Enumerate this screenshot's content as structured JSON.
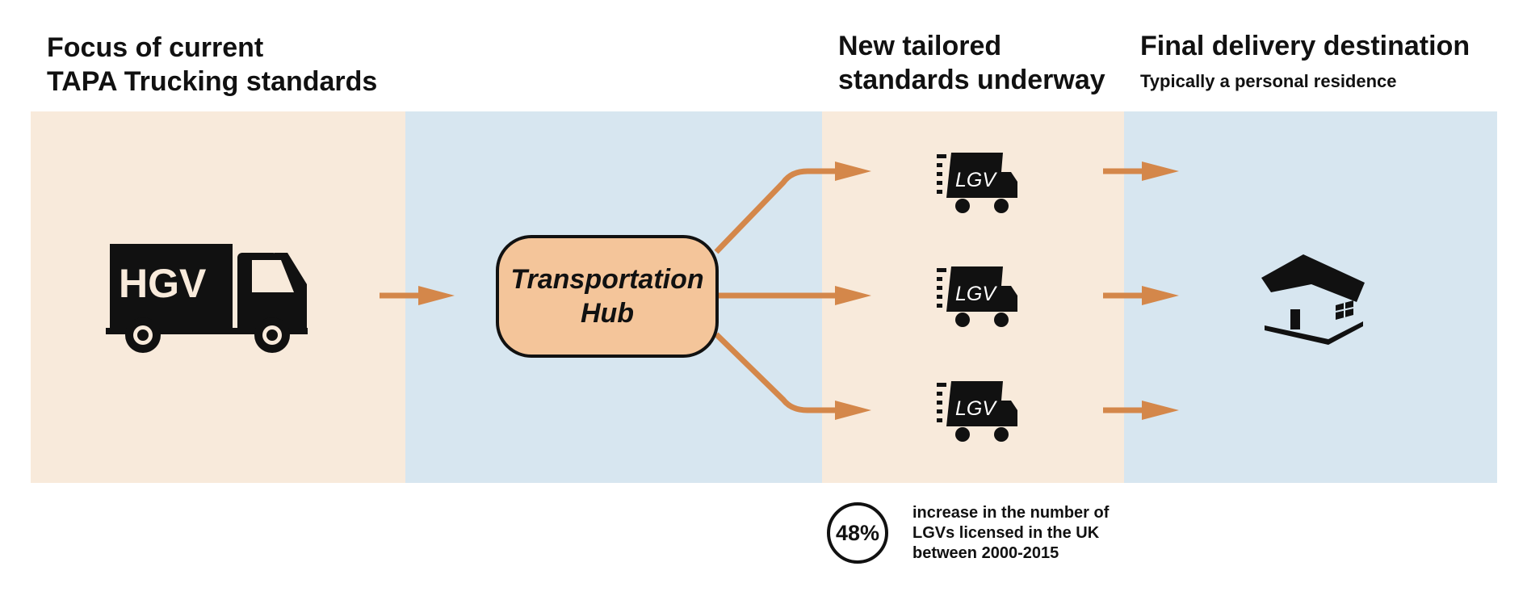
{
  "headings": {
    "hgv_line1": "Focus of current",
    "hgv_line2": "TAPA Trucking standards",
    "lgv_line1": "New tailored",
    "lgv_line2": "standards underway",
    "final_title": "Final delivery destination",
    "final_subtitle": "Typically a personal residence"
  },
  "nodes": {
    "hgv": "HGV",
    "hub_line1": "Transportation",
    "hub_line2": "Hub",
    "lgv": "LGV"
  },
  "stat": {
    "value": "48%",
    "line1": "increase in the number of",
    "line2": "LGVs licensed in the UK",
    "line3": "between 2000-2015"
  },
  "colors": {
    "band_peach": "#f8eadb",
    "band_blue": "#d7e6f0",
    "arrow": "#d4874a",
    "hub_fill": "#f4c59a",
    "ink": "#111111"
  },
  "icons": [
    "hgv-truck-icon",
    "lgv-van-icon",
    "house-icon"
  ]
}
